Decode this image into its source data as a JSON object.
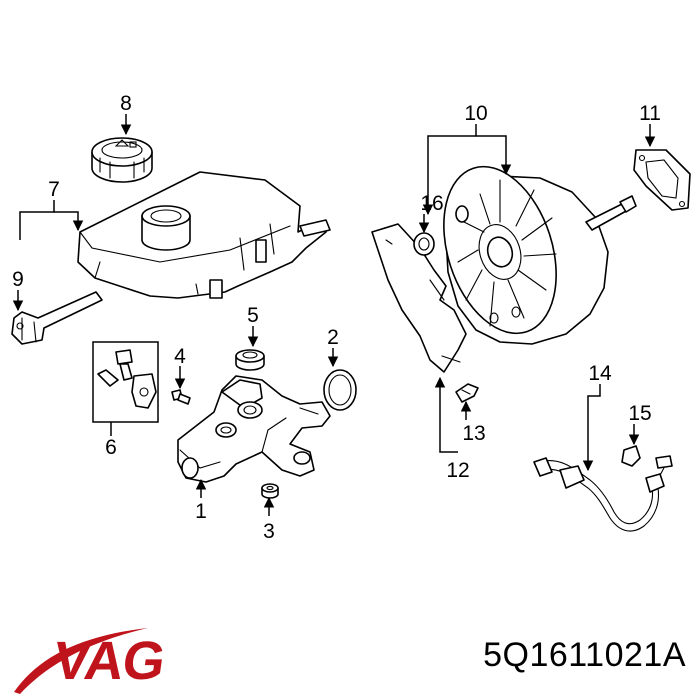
{
  "callouts": {
    "c1": "1",
    "c2": "2",
    "c3": "3",
    "c4": "4",
    "c5": "5",
    "c6": "6",
    "c7": "7",
    "c8": "8",
    "c9": "9",
    "c10": "10",
    "c11": "11",
    "c12": "12",
    "c13": "13",
    "c14": "14",
    "c15": "15",
    "c16": "16"
  },
  "brand": {
    "name": "VAG",
    "color": "#c0141c",
    "icon": "vag-logo-icon"
  },
  "part_number": "5Q1611021A"
}
